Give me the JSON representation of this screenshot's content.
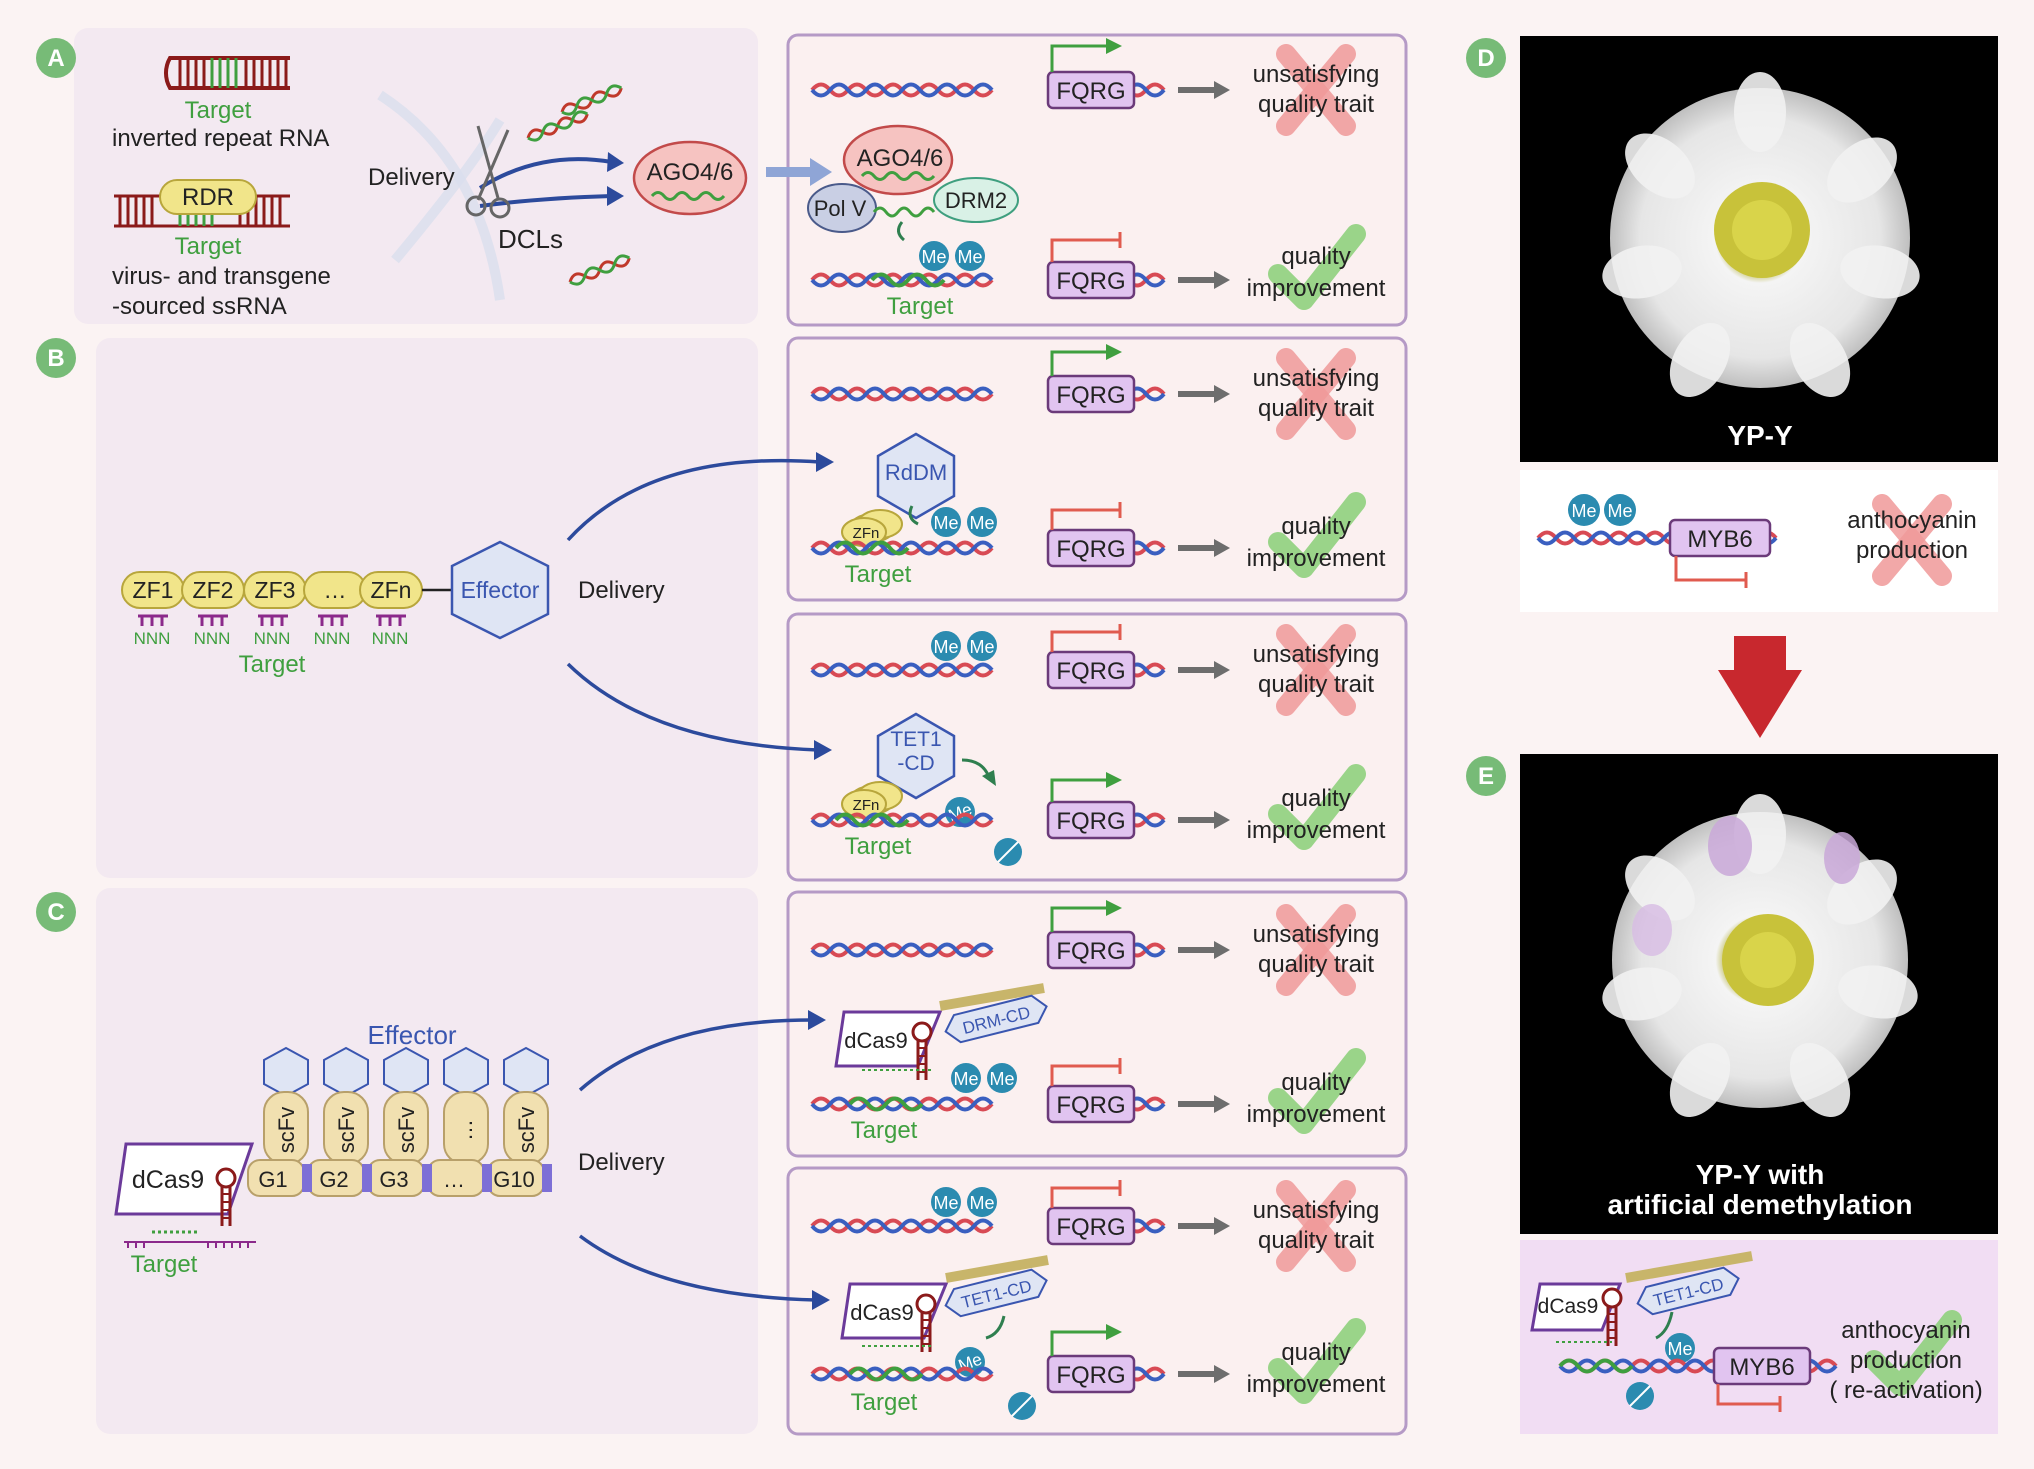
{
  "panels": {
    "A": "A",
    "B": "B",
    "C": "C",
    "D": "D",
    "E": "E"
  },
  "common": {
    "gene": "FQRG",
    "target": "Target",
    "me": "Me",
    "delivery": "Delivery",
    "unsat_1": "unsatisfying",
    "unsat_2": "quality trait",
    "imp_1": "quality",
    "imp_2": "improvement"
  },
  "panelA": {
    "ir_label": "inverted repeat RNA",
    "rdr": "RDR",
    "ss_1": "virus- and transgene",
    "ss_2": "-sourced ssRNA",
    "dcls": "DCLs",
    "ago": "AGO4/6",
    "polv": "Pol V",
    "drm2": "DRM2"
  },
  "panelB": {
    "zf": [
      "ZF1",
      "ZF2",
      "ZF3",
      "…",
      "ZFn"
    ],
    "nnn": "NNN",
    "effector": "Effector",
    "rddm": "RdDM",
    "zfn": "ZFn",
    "tet1_1": "TET1",
    "tet1_2": "-CD"
  },
  "panelC": {
    "effector": "Effector",
    "dcas9": "dCas9",
    "scfv": "scFv",
    "scfv_dots": "…",
    "g": [
      "G1",
      "G2",
      "G3",
      "…",
      "G10"
    ],
    "drmcd": "DRM-CD",
    "tetcd": "TET1-CD"
  },
  "panelD": {
    "title": "YP-Y",
    "gene": "MYB6",
    "t1": "anthocyanin",
    "t2": "production"
  },
  "panelE": {
    "t1": "YP-Y with",
    "t2": "artificial demethylation",
    "gene": "MYB6",
    "r1": "anthocyanin",
    "r2": "production",
    "r3": "( re-activation)",
    "dcas9": "dCas9",
    "tetcd": "TET1-CD"
  },
  "colors": {
    "bg": "#fbf3f3",
    "panel": "#f3e9f1",
    "box_border": "#b59ac6",
    "green": "#3f9f3f",
    "circle": "#77bb77",
    "me": "#2b8bb0",
    "gene_fill": "#e1c4f0",
    "arrow_blue": "#2c4a9c",
    "cross": "#ee9a9a",
    "check": "#8fd07d",
    "dark_red": "#8b1a1a"
  }
}
